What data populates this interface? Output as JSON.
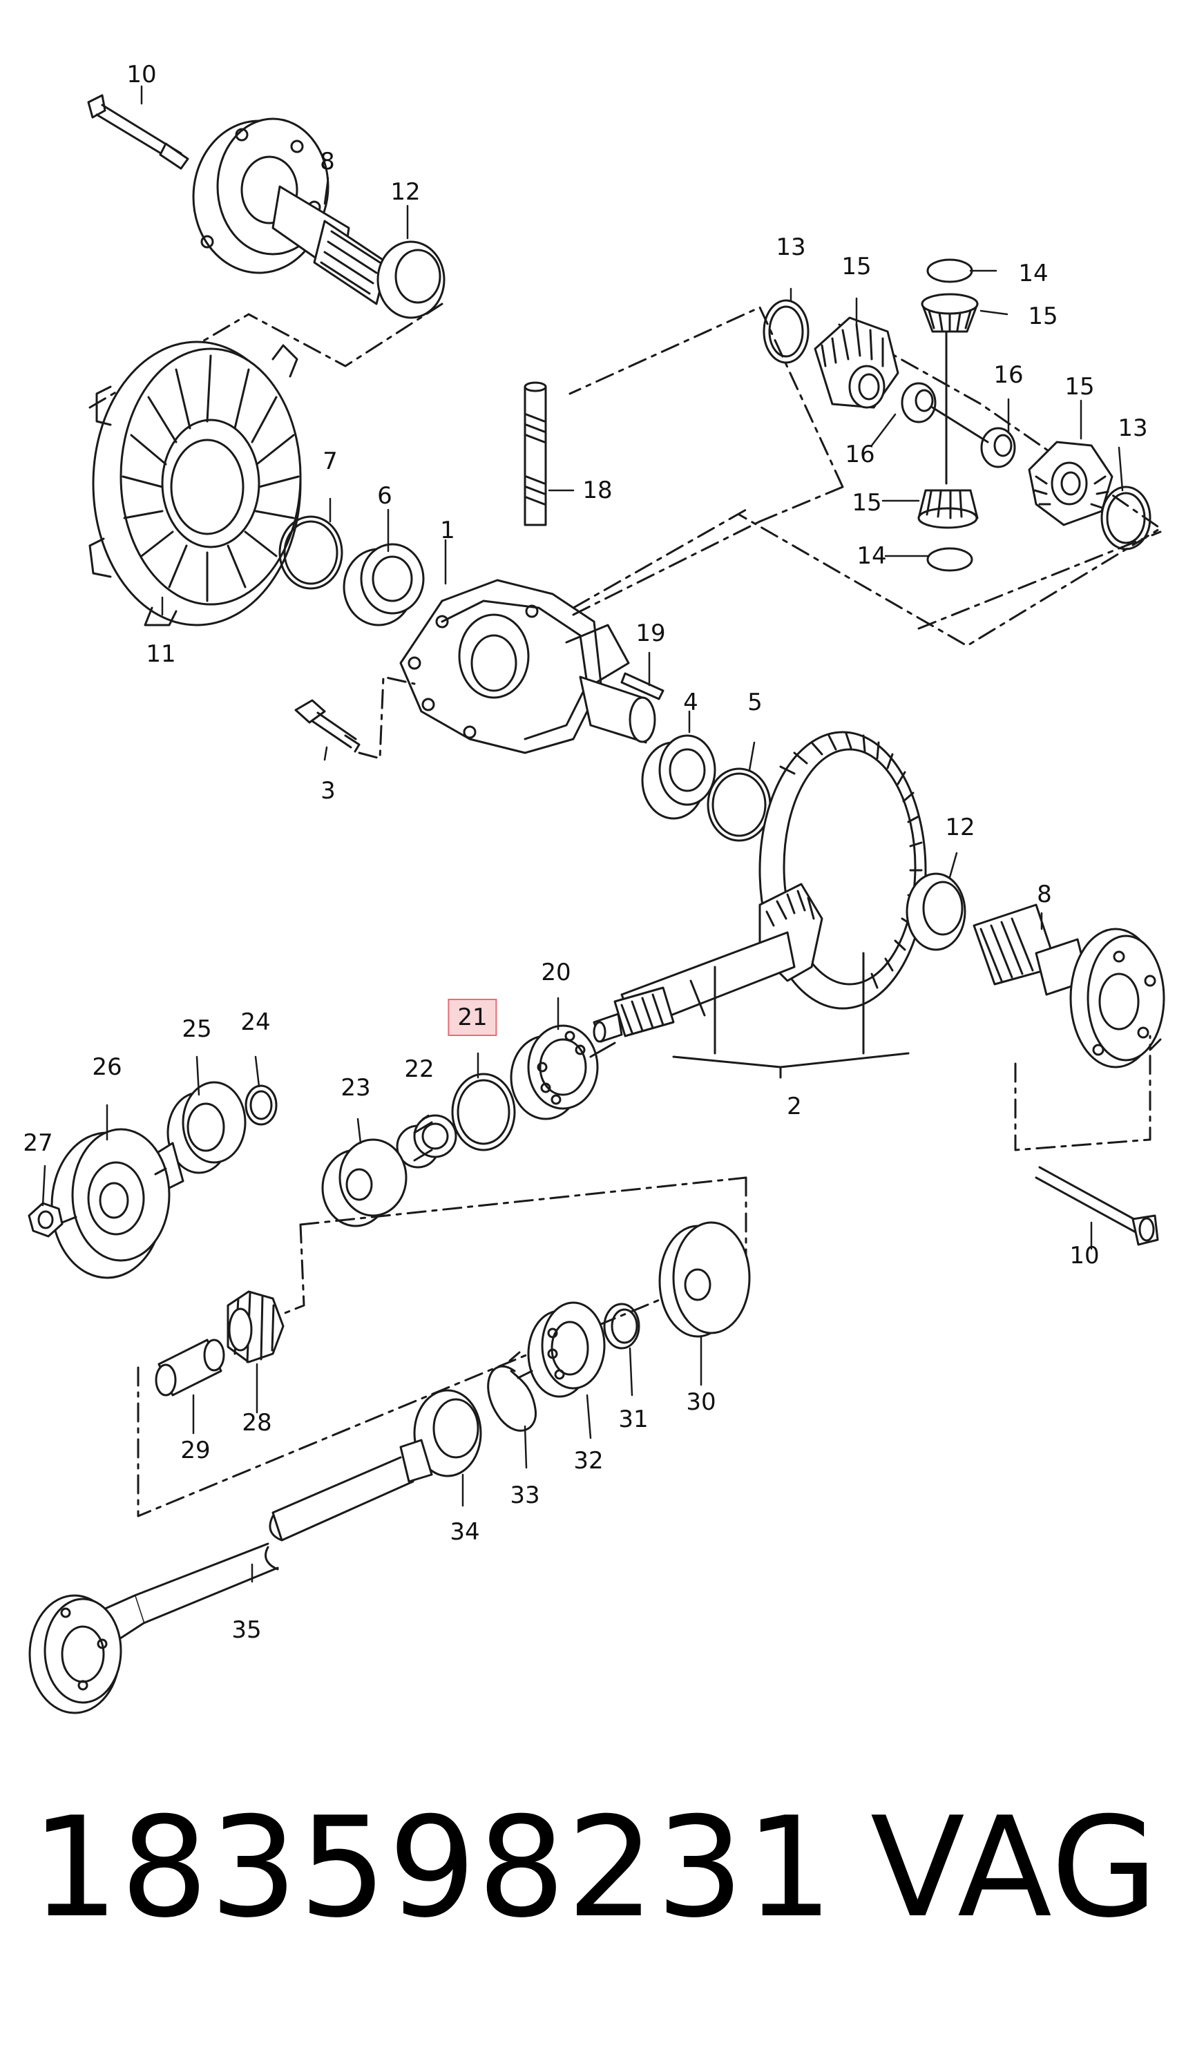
{
  "diagram": {
    "highlighted_label": "21",
    "highlight_color": "#e0707a",
    "callouts": [
      {
        "id": "c10a",
        "text": "10"
      },
      {
        "id": "c8a",
        "text": "8"
      },
      {
        "id": "c12a",
        "text": "12"
      },
      {
        "id": "c13a",
        "text": "13"
      },
      {
        "id": "c15a",
        "text": "15"
      },
      {
        "id": "c14a",
        "text": "14"
      },
      {
        "id": "c15b",
        "text": "15"
      },
      {
        "id": "c16a",
        "text": "16"
      },
      {
        "id": "c16b",
        "text": "16"
      },
      {
        "id": "c15c",
        "text": "15"
      },
      {
        "id": "c13b",
        "text": "13"
      },
      {
        "id": "c15d",
        "text": "15"
      },
      {
        "id": "c14b",
        "text": "14"
      },
      {
        "id": "c7",
        "text": "7"
      },
      {
        "id": "c6",
        "text": "6"
      },
      {
        "id": "c1",
        "text": "1"
      },
      {
        "id": "c18",
        "text": "18"
      },
      {
        "id": "c11",
        "text": "11"
      },
      {
        "id": "c19",
        "text": "19"
      },
      {
        "id": "c4",
        "text": "4"
      },
      {
        "id": "c5",
        "text": "5"
      },
      {
        "id": "c3",
        "text": "3"
      },
      {
        "id": "c12b",
        "text": "12"
      },
      {
        "id": "c8b",
        "text": "8"
      },
      {
        "id": "c20",
        "text": "20"
      },
      {
        "id": "c21",
        "text": "21"
      },
      {
        "id": "c25",
        "text": "25"
      },
      {
        "id": "c24",
        "text": "24"
      },
      {
        "id": "c26",
        "text": "26"
      },
      {
        "id": "c23",
        "text": "23"
      },
      {
        "id": "c22",
        "text": "22"
      },
      {
        "id": "c2",
        "text": "2"
      },
      {
        "id": "c27",
        "text": "27"
      },
      {
        "id": "c10b",
        "text": "10"
      },
      {
        "id": "c30",
        "text": "30"
      },
      {
        "id": "c28",
        "text": "28"
      },
      {
        "id": "c29",
        "text": "29"
      },
      {
        "id": "c31",
        "text": "31"
      },
      {
        "id": "c32",
        "text": "32"
      },
      {
        "id": "c33",
        "text": "33"
      },
      {
        "id": "c34",
        "text": "34"
      },
      {
        "id": "c35",
        "text": "35"
      }
    ]
  },
  "footer": {
    "part_number": "183598231",
    "brand": "VAG"
  }
}
